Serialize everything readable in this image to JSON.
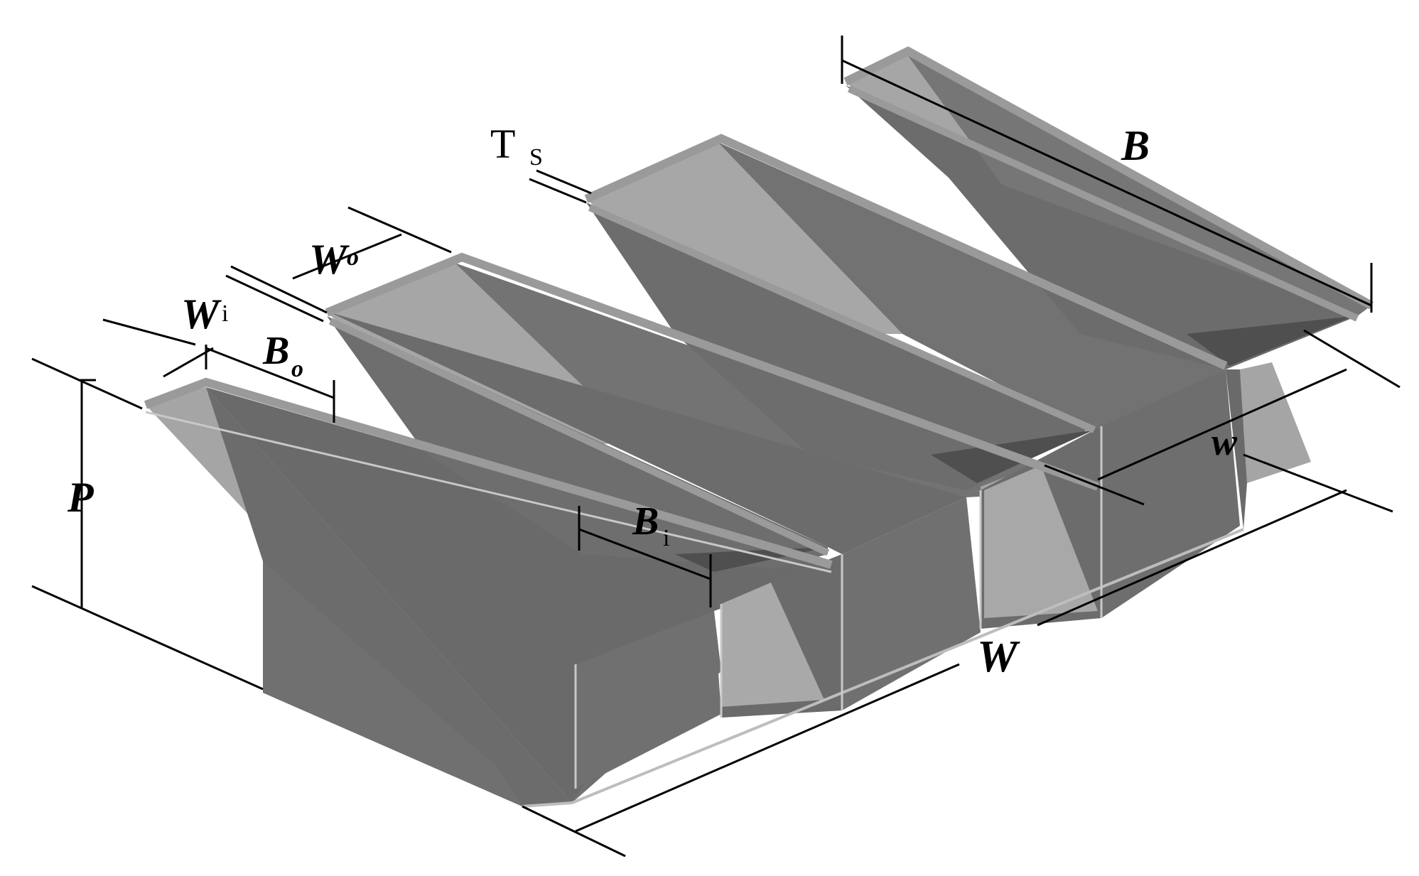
{
  "labels": {
    "B": "B",
    "Ts_main": "T",
    "Ts_sub": "S",
    "Wo_main": "W",
    "Wo_sub": "o",
    "Wi_main": "W",
    "Wi_sub": "i",
    "Bo_main": "B",
    "Bo_sub": "o",
    "P": "P",
    "Bi_main": "B",
    "Bi_sub": "i",
    "w_small": "w",
    "W_total": "W"
  },
  "colors": {
    "dark_face": "#6e6e6e",
    "mid_face": "#808080",
    "light_face": "#a9a9a9",
    "rim": "#9a9a9a",
    "edge": "#c8c8c8",
    "shadow": "#4f4f4f"
  }
}
